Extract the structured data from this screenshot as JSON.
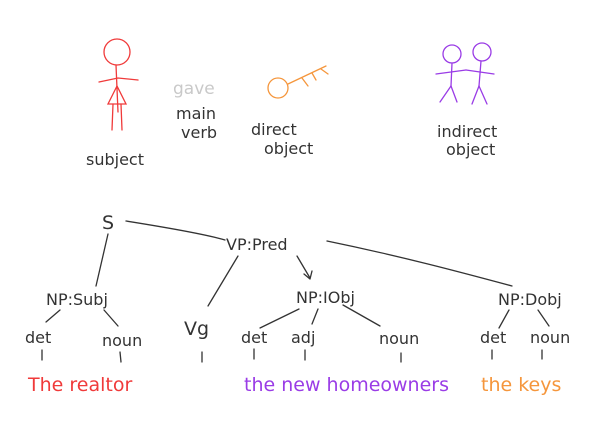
{
  "legend": {
    "subject": {
      "label": "subject",
      "color": "#f03a3a",
      "icon": "stick-figure-icon"
    },
    "main_verb": {
      "word": "gave",
      "label_line1": "main",
      "label_line2": "verb",
      "word_color": "#c9c9c9"
    },
    "direct_object": {
      "label_line1": "direct",
      "label_line2": "object",
      "color": "#f5963c",
      "icon": "key-icon"
    },
    "indirect_object": {
      "label_line1": "indirect",
      "label_line2": "object",
      "color": "#9a3ce6",
      "icon": "two-stick-figures-icon"
    }
  },
  "tree": {
    "root": "S",
    "vp": "VP:Pred",
    "np_subj": "NP:Subj",
    "vg": "Vg",
    "np_iobj": "NP:IObj",
    "np_dobj": "NP:Dobj",
    "subj_det": "det",
    "subj_noun": "noun",
    "iobj_det": "det",
    "iobj_adj": "adj",
    "iobj_noun": "noun",
    "dobj_det": "det",
    "dobj_noun": "noun"
  },
  "phrases": {
    "subject": "The realtor",
    "indirect_object": "the new homeowners",
    "direct_object": "the keys"
  },
  "colors": {
    "ink": "#333333",
    "subject": "#f03a3a",
    "indirect": "#9a3ce6",
    "direct": "#f5963c",
    "verb_gray": "#c9c9c9"
  }
}
